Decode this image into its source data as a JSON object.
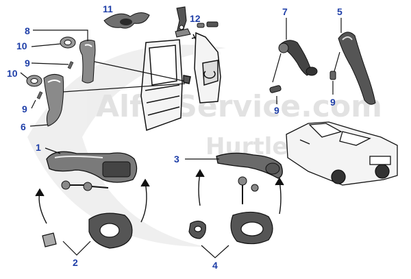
{
  "watermark": {
    "line1": "Alfa-Service.com",
    "line2": "Hurtle.com",
    "color": "#dcdcdc"
  },
  "colors": {
    "callout": "#1f3fa8",
    "line": "#111111",
    "part_dark": "#2a2a2a",
    "part_mid": "#7a7a7a",
    "part_light": "#c8c8c8"
  },
  "callouts": {
    "c1": "1",
    "c2": "2",
    "c3": "3",
    "c4": "4",
    "c5": "5",
    "c6": "6",
    "c7": "7",
    "c8": "8",
    "c9a": "9",
    "c9b": "9",
    "c9c": "9",
    "c9d": "9",
    "c10a": "10",
    "c10b": "10",
    "c11": "11",
    "c12": "12"
  }
}
